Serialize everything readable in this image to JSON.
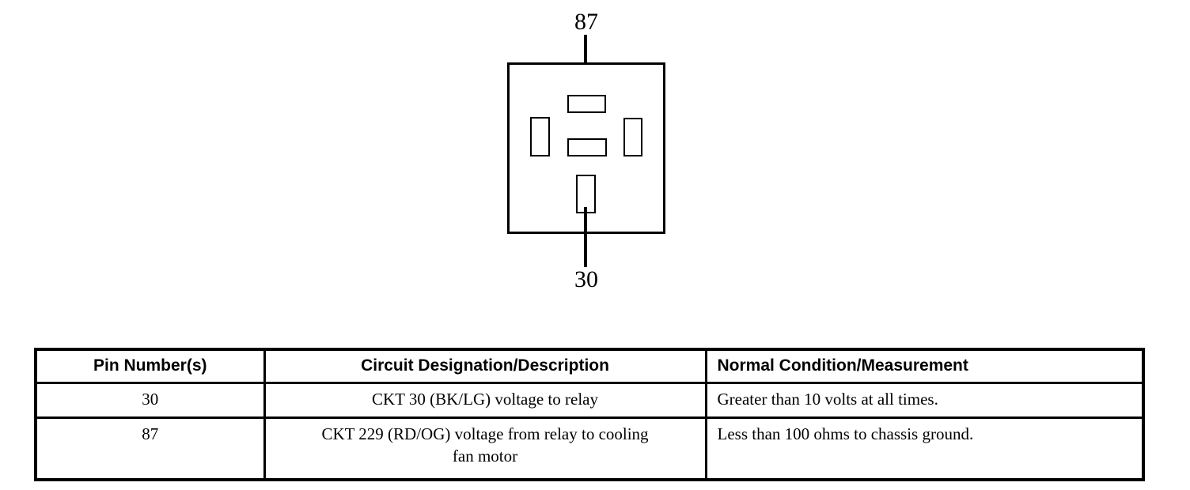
{
  "diagram": {
    "top_pin_label": "87",
    "bottom_pin_label": "30"
  },
  "table": {
    "headers": [
      "Pin Number(s)",
      "Circuit Designation/Description",
      "Normal Condition/Measurement"
    ],
    "rows": [
      {
        "pin": "30",
        "circuit": "CKT 30 (BK/LG) voltage to relay",
        "condition": "Greater than 10 volts at all times."
      },
      {
        "pin": "87",
        "circuit": "CKT 229 (RD/OG) voltage from relay to cooling fan motor",
        "condition": "Less than 100 ohms to chassis ground."
      }
    ]
  },
  "colors": {
    "ink": "#000000",
    "background": "#ffffff"
  }
}
